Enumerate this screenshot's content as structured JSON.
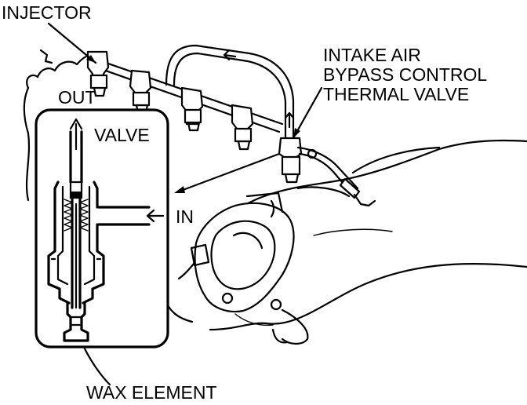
{
  "labels": {
    "injector": "INJECTOR",
    "out": "OUT",
    "valve": "VALVE",
    "intake_line1": "INTAKE AIR",
    "intake_line2": "BYPASS CONTROL",
    "intake_line3": "THERMAL VALVE",
    "in": "IN",
    "wax_element": "WAX ELEMENT"
  }
}
